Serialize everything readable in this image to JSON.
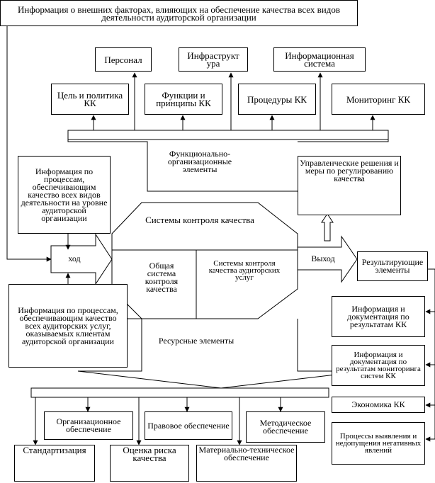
{
  "top_info": "Информация о внешних факторах, влияющих на обеспечение качества всех видов деятельности аудиторской организации",
  "upper_row": {
    "personnel": "Персонал",
    "infrastructure": "Инфраструкт ура",
    "information_system": "Информационная система"
  },
  "second_row": {
    "goal_policy": "Цель и политика КК",
    "functions_principles": "Функции и принципы КК",
    "procedures": "Процедуры КК",
    "monitoring": "Мониторинг КК"
  },
  "functional_elements": "Функционально-организационные элементы",
  "info_processes_left": "Информация по процессам, обеспечивающим качество всех видов деятельности на уровне аудиторской организации",
  "management_decisions": "Управленческие решения и меры по регулированию качества",
  "control_system_title": "Системы контроля качества",
  "general_system": "Общая система контроля качества",
  "audit_services_system": "Системы контроля качества аудиторских услуг",
  "input_label": "ход",
  "output_label": "Выход",
  "result_elements": "Результирующие элементы",
  "info_processes_services": "Информация по процессам, обеспечивающим качество всех аудиторских услуг, оказываемых клиентам аудиторской организации",
  "resource_elements": "Ресурсные элементы",
  "right_column": {
    "info_results": "Информация и документация по результатам КК",
    "info_monitoring": "Информация и документация по результатам мониторинга систем КК",
    "economics": "Экономика КК",
    "processes_detection": "Процессы выявления и недопущения негативных явлений"
  },
  "bottom_row": {
    "organizational": "Организационное обеспечение",
    "legal": "Правовое обеспечение",
    "methodical": "Методическое обеспечение",
    "standardization": "Стандартизация",
    "risk_assessment": "Оценка риска качества",
    "material": "Материально-техническое обеспечение"
  }
}
